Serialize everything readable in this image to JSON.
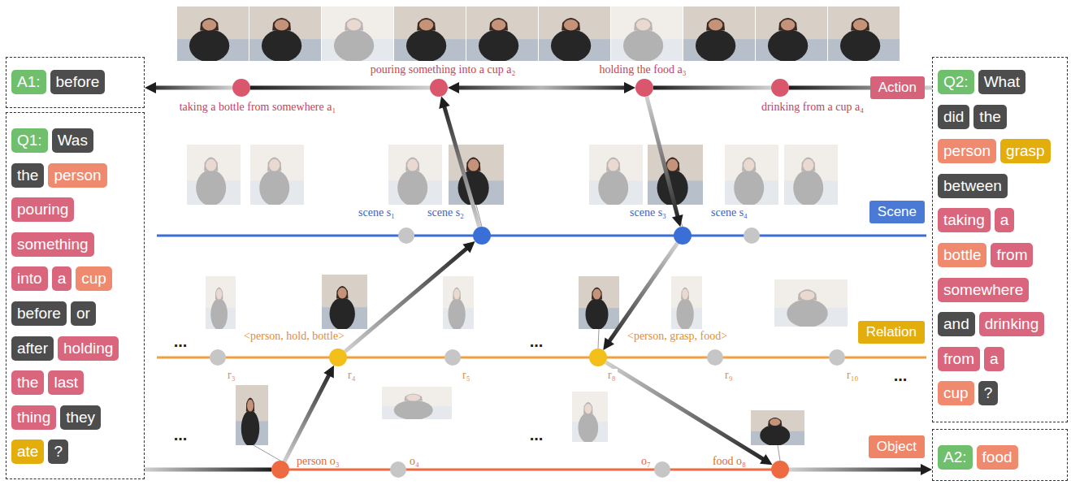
{
  "diagram": {
    "nodes": [
      {
        "text": []
      },
      {
        "text": [
          "A1:"
        ],
        "in": 0
      },
      {
        "text": [
          "before"
        ],
        "in": 0
      },
      {
        "text": []
      },
      {
        "text": [
          "Q1:"
        ],
        "in": 3
      },
      {
        "text": [
          "Was"
        ],
        "in": 3
      },
      {
        "text": [
          "the"
        ],
        "in": 3
      },
      {
        "text": [
          "person"
        ],
        "in": 3
      },
      {
        "text": [
          "pouring"
        ],
        "in": 3
      },
      {
        "text": [
          "something"
        ],
        "in": 3
      },
      {
        "text": [
          "into"
        ],
        "in": 3
      },
      {
        "text": [
          "a"
        ],
        "in": 3
      },
      {
        "text": [
          "cup"
        ],
        "in": 3
      },
      {
        "text": [
          "before"
        ],
        "in": 3
      },
      {
        "text": [
          "or"
        ],
        "in": 3
      },
      {
        "text": [
          "after"
        ],
        "in": 3
      },
      {
        "text": [
          "holding"
        ],
        "in": 3
      },
      {
        "text": [
          "the"
        ],
        "in": 3
      },
      {
        "text": [
          "last"
        ],
        "in": 3
      },
      {
        "text": [
          "thing"
        ],
        "in": 3
      },
      {
        "text": [
          "they"
        ],
        "in": 3
      },
      {
        "text": [
          "ate"
        ],
        "in": 3
      },
      {
        "text": [
          "?"
        ],
        "in": 3
      },
      {
        "text": [
          "taking a bottle from somewhere a₁"
        ]
      },
      {
        "text": [
          "pouring something into a cup a₂"
        ]
      },
      {
        "text": [
          "holding the food a₃"
        ]
      },
      {
        "text": [
          "drinking from a cup a₄"
        ]
      },
      {
        "text": [
          "Action"
        ]
      },
      {
        "text": [
          "scene s₁"
        ]
      },
      {
        "text": [
          "scene s₂"
        ]
      },
      {
        "text": [
          "scene s₃"
        ]
      },
      {
        "text": [
          "scene s₄"
        ]
      },
      {
        "text": [
          "Scene"
        ]
      },
      {
        "text": [
          "r₃"
        ]
      },
      {
        "text": [
          "<person, hold, bottle>",
          "r₄"
        ]
      },
      {
        "text": [
          "r₅"
        ]
      },
      {
        "text": [
          "<person, grasp, food>",
          "r₈"
        ]
      },
      {
        "text": [
          "r₉"
        ]
      },
      {
        "text": [
          "r₁₀"
        ]
      },
      {
        "text": [
          "Relation"
        ]
      },
      {
        "text": [
          "person o₃"
        ]
      },
      {
        "text": [
          "o₄"
        ]
      },
      {
        "text": [
          "o₇"
        ]
      },
      {
        "text": [
          "food o₈"
        ]
      },
      {
        "text": [
          "Object"
        ]
      },
      {
        "text": []
      },
      {
        "text": [
          "Q2:"
        ],
        "in": 45
      },
      {
        "text": [
          "What"
        ],
        "in": 45
      },
      {
        "text": [
          "did"
        ],
        "in": 45
      },
      {
        "text": [
          "the"
        ],
        "in": 45
      },
      {
        "text": [
          "person"
        ],
        "in": 45
      },
      {
        "text": [
          "grasp"
        ],
        "in": 45
      },
      {
        "text": [
          "between"
        ],
        "in": 45
      },
      {
        "text": [
          "taking"
        ],
        "in": 45
      },
      {
        "text": [
          "a"
        ],
        "in": 45
      },
      {
        "text": [
          "bottle"
        ],
        "in": 45
      },
      {
        "text": [
          "from"
        ],
        "in": 45
      },
      {
        "text": [
          "somewhere"
        ],
        "in": 45
      },
      {
        "text": [
          "and"
        ],
        "in": 45
      },
      {
        "text": [
          "drinking"
        ],
        "in": 45
      },
      {
        "text": [
          "from"
        ],
        "in": 45
      },
      {
        "text": [
          "a"
        ],
        "in": 45
      },
      {
        "text": [
          "cup"
        ],
        "in": 45
      },
      {
        "text": [
          "?"
        ],
        "in": 45
      },
      {
        "text": []
      },
      {
        "text": [
          "A2:"
        ],
        "in": 64
      },
      {
        "text": [
          "food"
        ],
        "in": 64
      }
    ],
    "edges": [
      {
        "from": 45,
        "to": 26,
        "arrow": "none"
      },
      {
        "from": 26,
        "to": 25,
        "arrow": "none"
      },
      {
        "from": 25,
        "to": 24,
        "arrow": "both"
      },
      {
        "from": 24,
        "to": 23,
        "arrow": "none"
      },
      {
        "from": 23,
        "to": 0,
        "arrow": "to"
      },
      {
        "from": 3,
        "to": 40,
        "arrow": "none"
      },
      {
        "from": 40,
        "to": 34,
        "arrow": "to"
      },
      {
        "from": 34,
        "to": 29,
        "arrow": "to"
      },
      {
        "from": 29,
        "to": 24,
        "arrow": "to"
      },
      {
        "from": 25,
        "to": 30,
        "arrow": "to"
      },
      {
        "from": 30,
        "to": 36,
        "arrow": "to"
      },
      {
        "from": 36,
        "to": 43,
        "arrow": "to"
      },
      {
        "from": 43,
        "to": 64,
        "arrow": "to"
      }
    ],
    "labels": [
      "...",
      "...",
      "...",
      "...",
      "..."
    ]
  }
}
